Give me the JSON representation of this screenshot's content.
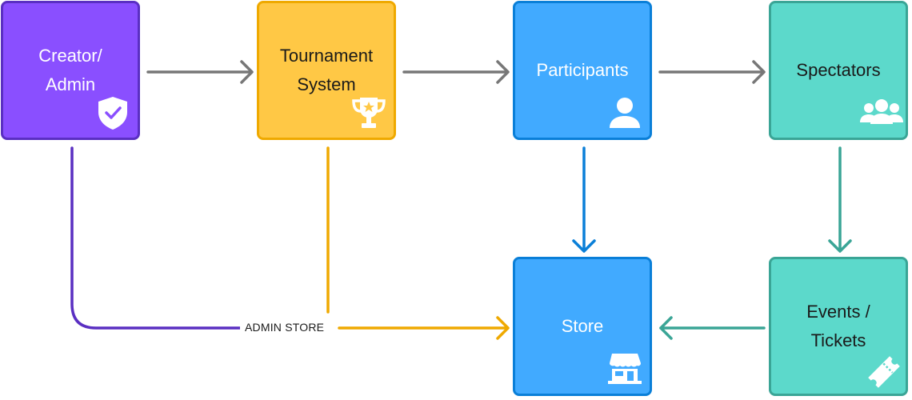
{
  "diagram": {
    "nodes": [
      {
        "id": "creator",
        "label": "Creator/\nAdmin",
        "icon": "shield-check-icon",
        "fill": "#8a4fff",
        "stroke": "#5a2fc2"
      },
      {
        "id": "tournament",
        "label": "Tournament\nSystem",
        "icon": "trophy-icon",
        "fill": "#ffc845",
        "stroke": "#efa900"
      },
      {
        "id": "participants",
        "label": "Participants",
        "icon": "user-icon",
        "fill": "#41aaff",
        "stroke": "#0a7fd8"
      },
      {
        "id": "spectators",
        "label": "Spectators",
        "icon": "users-group-icon",
        "fill": "#5cd9cb",
        "stroke": "#3aa596"
      },
      {
        "id": "store",
        "label": "Store",
        "icon": "storefront-icon",
        "fill": "#41aaff",
        "stroke": "#0a7fd8"
      },
      {
        "id": "events",
        "label": "Events /\nTickets",
        "icon": "ticket-icon",
        "fill": "#5cd9cb",
        "stroke": "#3aa596"
      }
    ],
    "edges": [
      {
        "from": "creator",
        "to": "tournament",
        "color": "#777777"
      },
      {
        "from": "tournament",
        "to": "participants",
        "color": "#777777"
      },
      {
        "from": "participants",
        "to": "spectators",
        "color": "#777777"
      },
      {
        "from": "participants",
        "to": "store",
        "color": "#0a7fd8"
      },
      {
        "from": "spectators",
        "to": "events",
        "color": "#3aa596"
      },
      {
        "from": "events",
        "to": "store",
        "color": "#3aa596"
      },
      {
        "from": "creator",
        "to": "store",
        "color": "#5a2fc2",
        "label": "ADMIN STORE"
      },
      {
        "from": "tournament",
        "to": "store",
        "color": "#efa900"
      }
    ],
    "edge_label_admin_store": "ADMIN STORE"
  }
}
